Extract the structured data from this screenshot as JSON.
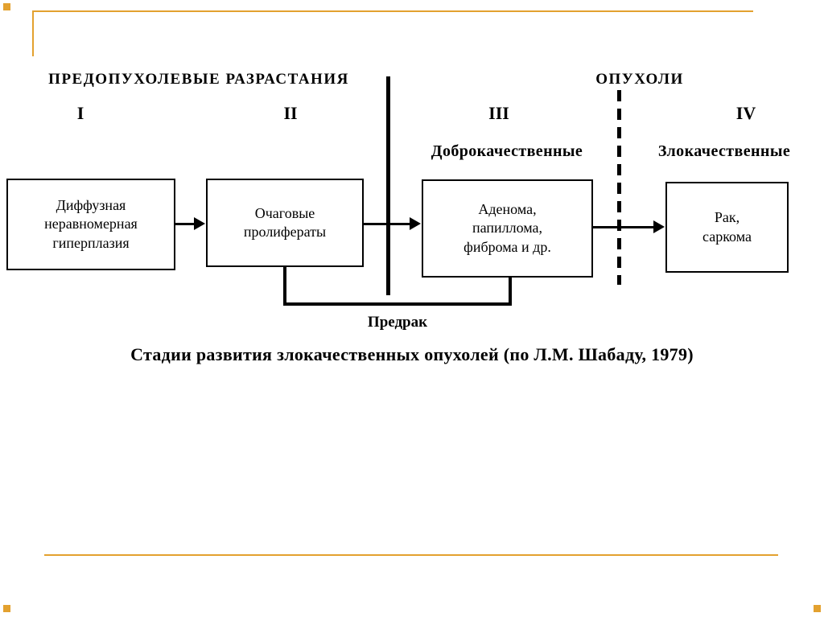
{
  "accent_color": "#E3A12F",
  "headers": {
    "pretumor": "ПРЕДОПУХОЛЕВЫЕ РАЗРАСТАНИЯ",
    "tumors": "ОПУХОЛИ"
  },
  "stages": [
    "I",
    "II",
    "III",
    "IV"
  ],
  "categories": {
    "benign": "Доброкачественные",
    "malignant": "Злокачественные"
  },
  "boxes": [
    "Диффузная\nнеравномерная\nгиперплазия",
    "Очаговые\nпролифераты",
    "Аденома,\nпапиллома,\nфиброма и др.",
    "Рак,\nсаркома"
  ],
  "precancer_label": "Предрак",
  "caption": "Стадии развития злокачественных опухолей (по Л.М. Шабаду, 1979)"
}
